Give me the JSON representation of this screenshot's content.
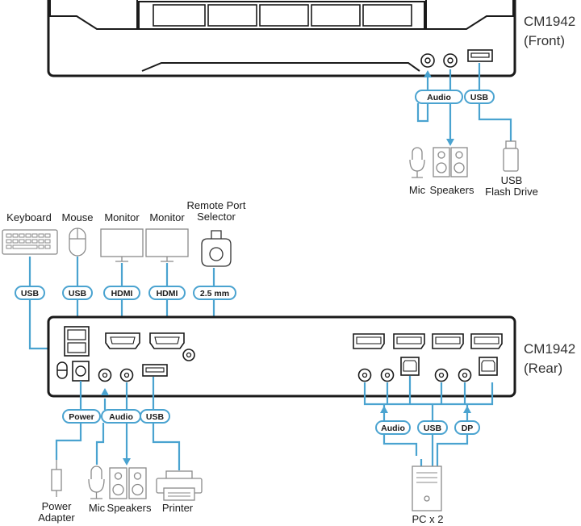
{
  "front": {
    "model": "CM1942",
    "side": "(Front)",
    "badges": {
      "audio": "Audio",
      "usb": "USB"
    },
    "devices": {
      "mic": "Mic",
      "speakers": "Speakers",
      "usb_flash_line1": "USB",
      "usb_flash_line2": "Flash Drive"
    }
  },
  "rear": {
    "model": "CM1942",
    "side": "(Rear)",
    "top_devices": {
      "keyboard": "Keyboard",
      "mouse": "Mouse",
      "monitor1": "Monitor",
      "monitor2": "Monitor",
      "remote_line1": "Remote Port",
      "remote_line2": "Selector"
    },
    "top_badges": {
      "keyboard_usb": "USB",
      "mouse_usb": "USB",
      "hdmi1": "HDMI",
      "hdmi2": "HDMI",
      "remote": "2.5 mm"
    },
    "bottom_badges": {
      "power": "Power",
      "audio": "Audio",
      "usb": "USB"
    },
    "bottom_devices": {
      "power_line1": "Power",
      "power_line2": "Adapter",
      "mic": "Mic",
      "speakers": "Speakers",
      "printer": "Printer"
    },
    "pc_badges": {
      "audio": "Audio",
      "usb": "USB",
      "dp": "DP"
    },
    "pc_label": "PC x 2"
  },
  "colors": {
    "wire": "#4aa3d0",
    "outline": "#1a1a1a",
    "device": "#333333"
  }
}
